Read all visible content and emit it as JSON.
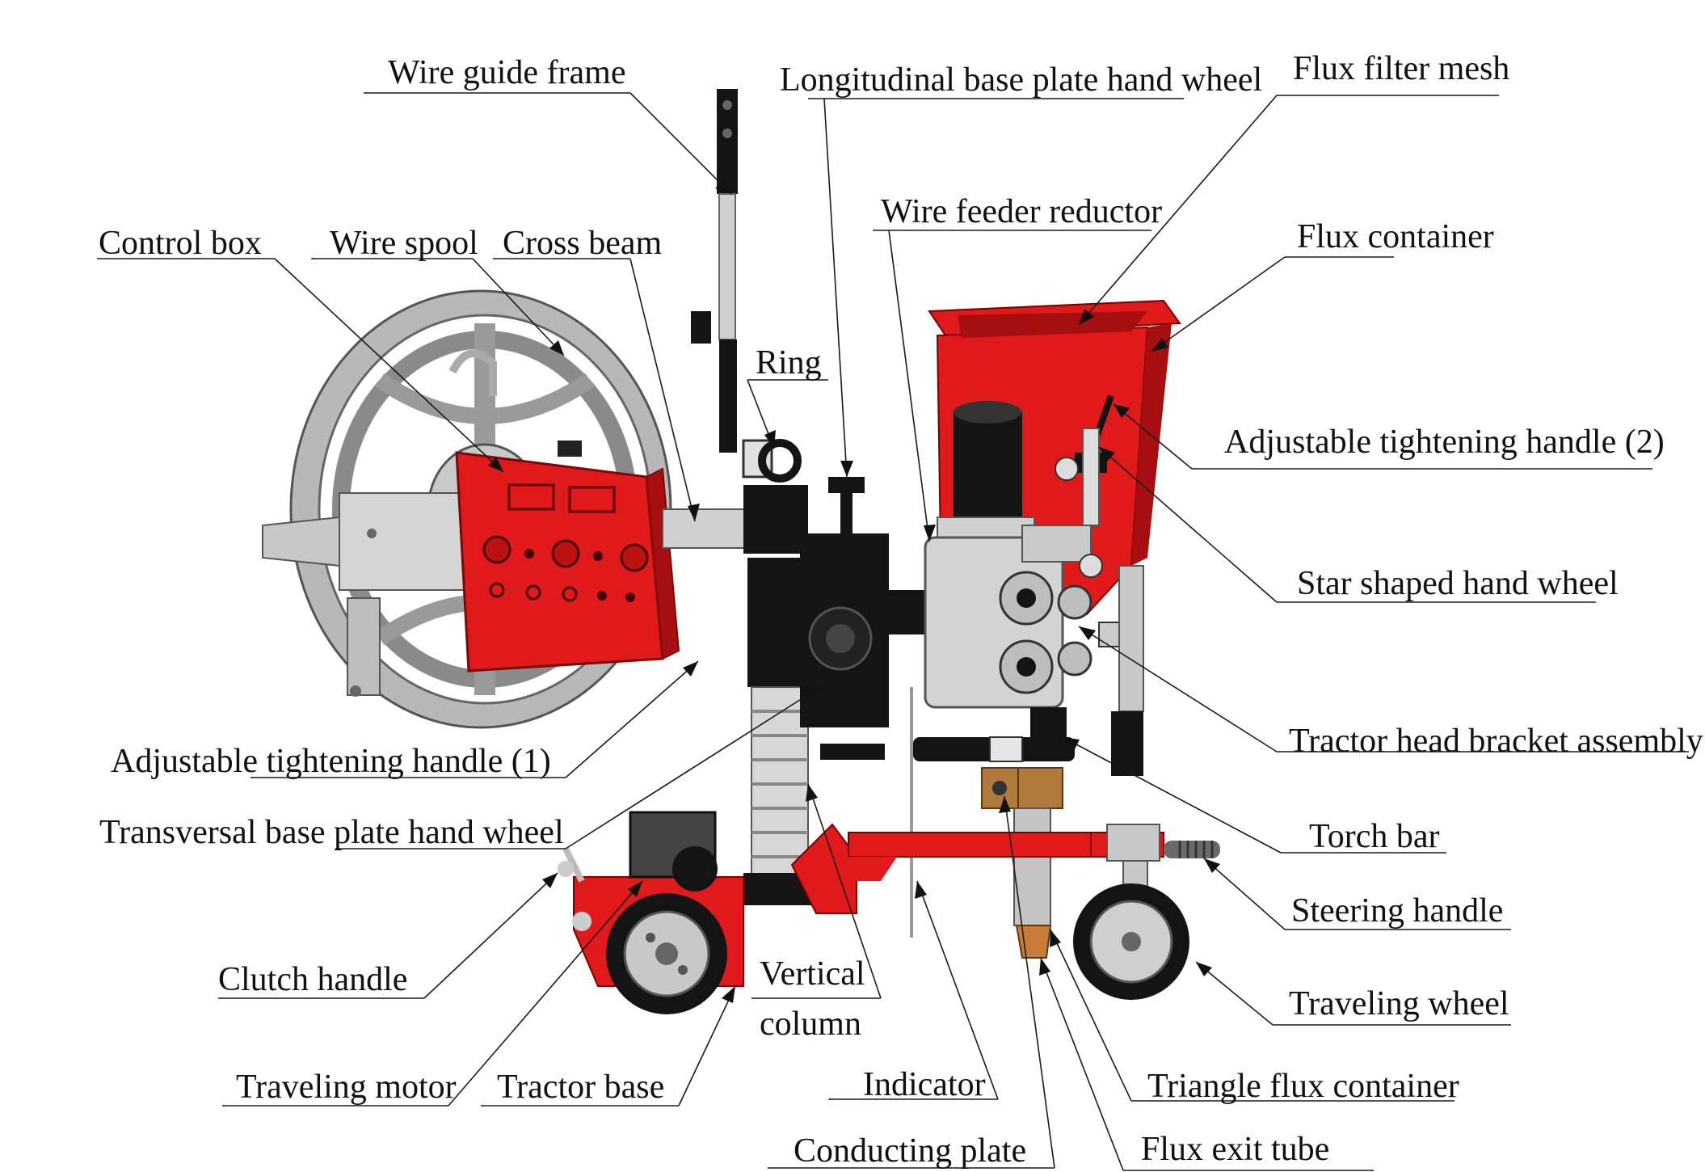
{
  "colors": {
    "red": "#e01a1a",
    "dark_red": "#a50f0f",
    "black": "#141414",
    "gray": "#9a9a9a",
    "light_gray": "#c9c9c9",
    "dark_gray": "#5c5c5c",
    "bronze": "#b07a3c"
  },
  "labels": {
    "wire_guide_frame": "Wire guide frame",
    "longitudinal_base_plate_hand_wheel": "Longitudinal base plate hand wheel",
    "flux_filter_mesh": "Flux filter mesh",
    "wire_feeder_reductor": "Wire feeder reductor",
    "flux_container": "Flux container",
    "control_box": "Control box",
    "wire_spool": "Wire spool",
    "cross_beam": "Cross beam",
    "ring": "Ring",
    "adjustable_tightening_handle_2": "Adjustable tightening handle (2)",
    "star_shaped_hand_wheel": "Star shaped hand wheel",
    "tractor_head_bracket_assembly": "Tractor head bracket assembly",
    "adjustable_tightening_handle_1": "Adjustable tightening handle (1)",
    "transversal_base_plate_hand_wheel": "Transversal base plate hand wheel",
    "torch_bar": "Torch bar",
    "steering_handle": "Steering handle",
    "clutch_handle": "Clutch handle",
    "vertical": "Vertical",
    "column": "column",
    "traveling_wheel": "Traveling wheel",
    "traveling_motor": "Traveling motor",
    "tractor_base": "Tractor base",
    "indicator": "Indicator",
    "triangle_flux_container": "Triangle flux container",
    "conducting_plate": "Conducting plate",
    "flux_exit_tube": "Flux exit tube"
  }
}
